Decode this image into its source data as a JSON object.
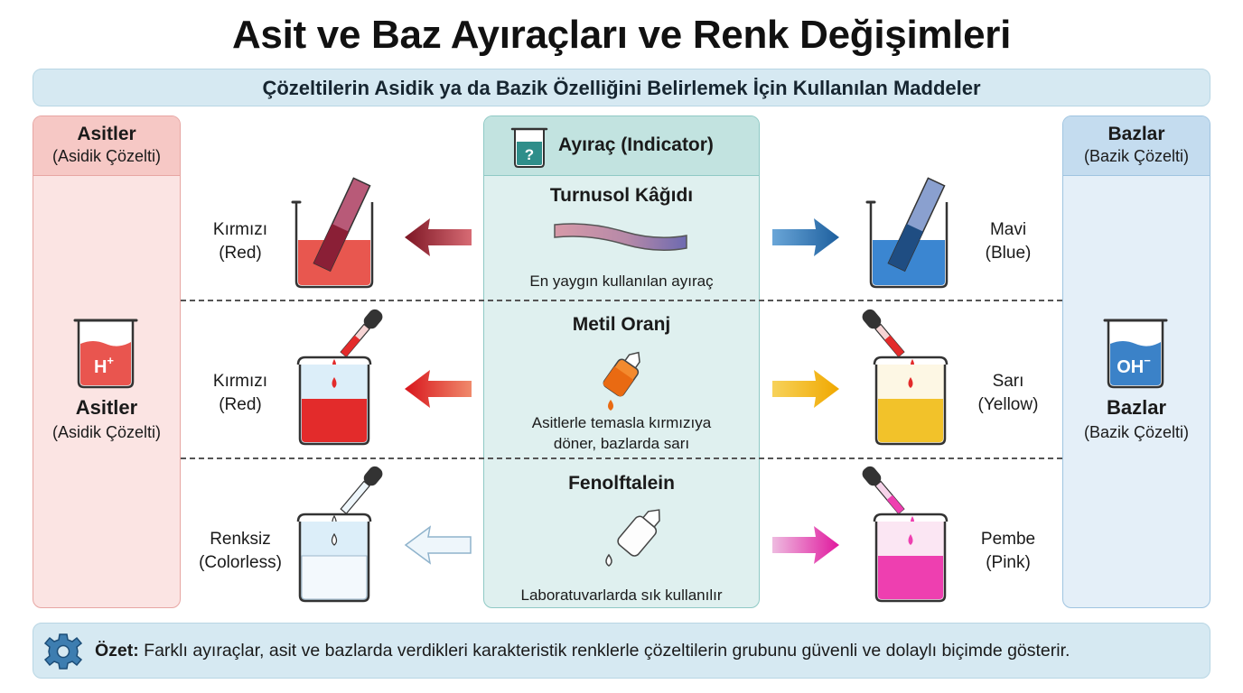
{
  "title": "Asit ve Baz Ayıraçları ve Renk Değişimleri",
  "subtitle": "Çözeltilerin Asidik ya da Bazik Özelliğini Belirlemek İçin Kullanılan Maddeler",
  "acid_panel": {
    "header": "Asitler",
    "header_sub": "(Asidik Çözelti)",
    "ion": "H",
    "ion_sup": "+",
    "label": "Asitler",
    "label_sub": "(Asidik Çözelti)"
  },
  "base_panel": {
    "header": "Bazlar",
    "header_sub": "(Bazik Çözelti)",
    "ion": "OH",
    "ion_sup": "−",
    "label": "Bazlar",
    "label_sub": "(Bazik Çözelti)"
  },
  "indicator_panel": {
    "icon_glyph": "?",
    "header": "Ayıraç (Indicator)"
  },
  "indicators": [
    {
      "name": "Turnusol Kâğıdı",
      "description": [
        "En yaygın kullanılan ayıraç"
      ],
      "acid_color": [
        "Kırmızı",
        "(Red)"
      ],
      "base_color": [
        "Mavi",
        "(Blue)"
      ]
    },
    {
      "name": "Metil Oranj",
      "description": [
        "Asitlerle temasla kırmızıya",
        "döner, bazlarda sarı"
      ],
      "acid_color": [
        "Kırmızı",
        "(Red)"
      ],
      "base_color": [
        "Sarı",
        "(Yellow)"
      ]
    },
    {
      "name": "Fenolftalein",
      "description": [
        "Laboratuvarlarda sık kullanılır"
      ],
      "acid_color": [
        "Renksiz",
        "(Colorless)"
      ],
      "base_color": [
        "Pembe",
        "(Pink)"
      ]
    }
  ],
  "summary": {
    "label": "Özet:",
    "text": " Farklı ayıraçlar, asit ve bazlarda verdikleri karakteristik renklerle çözeltilerin grubunu güvenli ve dolaylı biçimde gösterir."
  },
  "colors": {
    "acid_panel": "#fbe4e3",
    "base_panel": "#e4eff8",
    "indicator_panel": "#dff0ef",
    "litmus_red": "#e8574f",
    "litmus_blue": "#3b86d1",
    "methyl_red": "#e32b2b",
    "methyl_yellow": "#f2c22a",
    "phenol_colorless": "#e9f3fa",
    "phenol_pink": "#ee3fb0"
  },
  "icons": [
    "beaker-icon",
    "litmus-strip-icon",
    "dropper-icon",
    "dropper-bottle-icon",
    "arrow-icon",
    "gear-icon",
    "question-beaker-icon"
  ]
}
